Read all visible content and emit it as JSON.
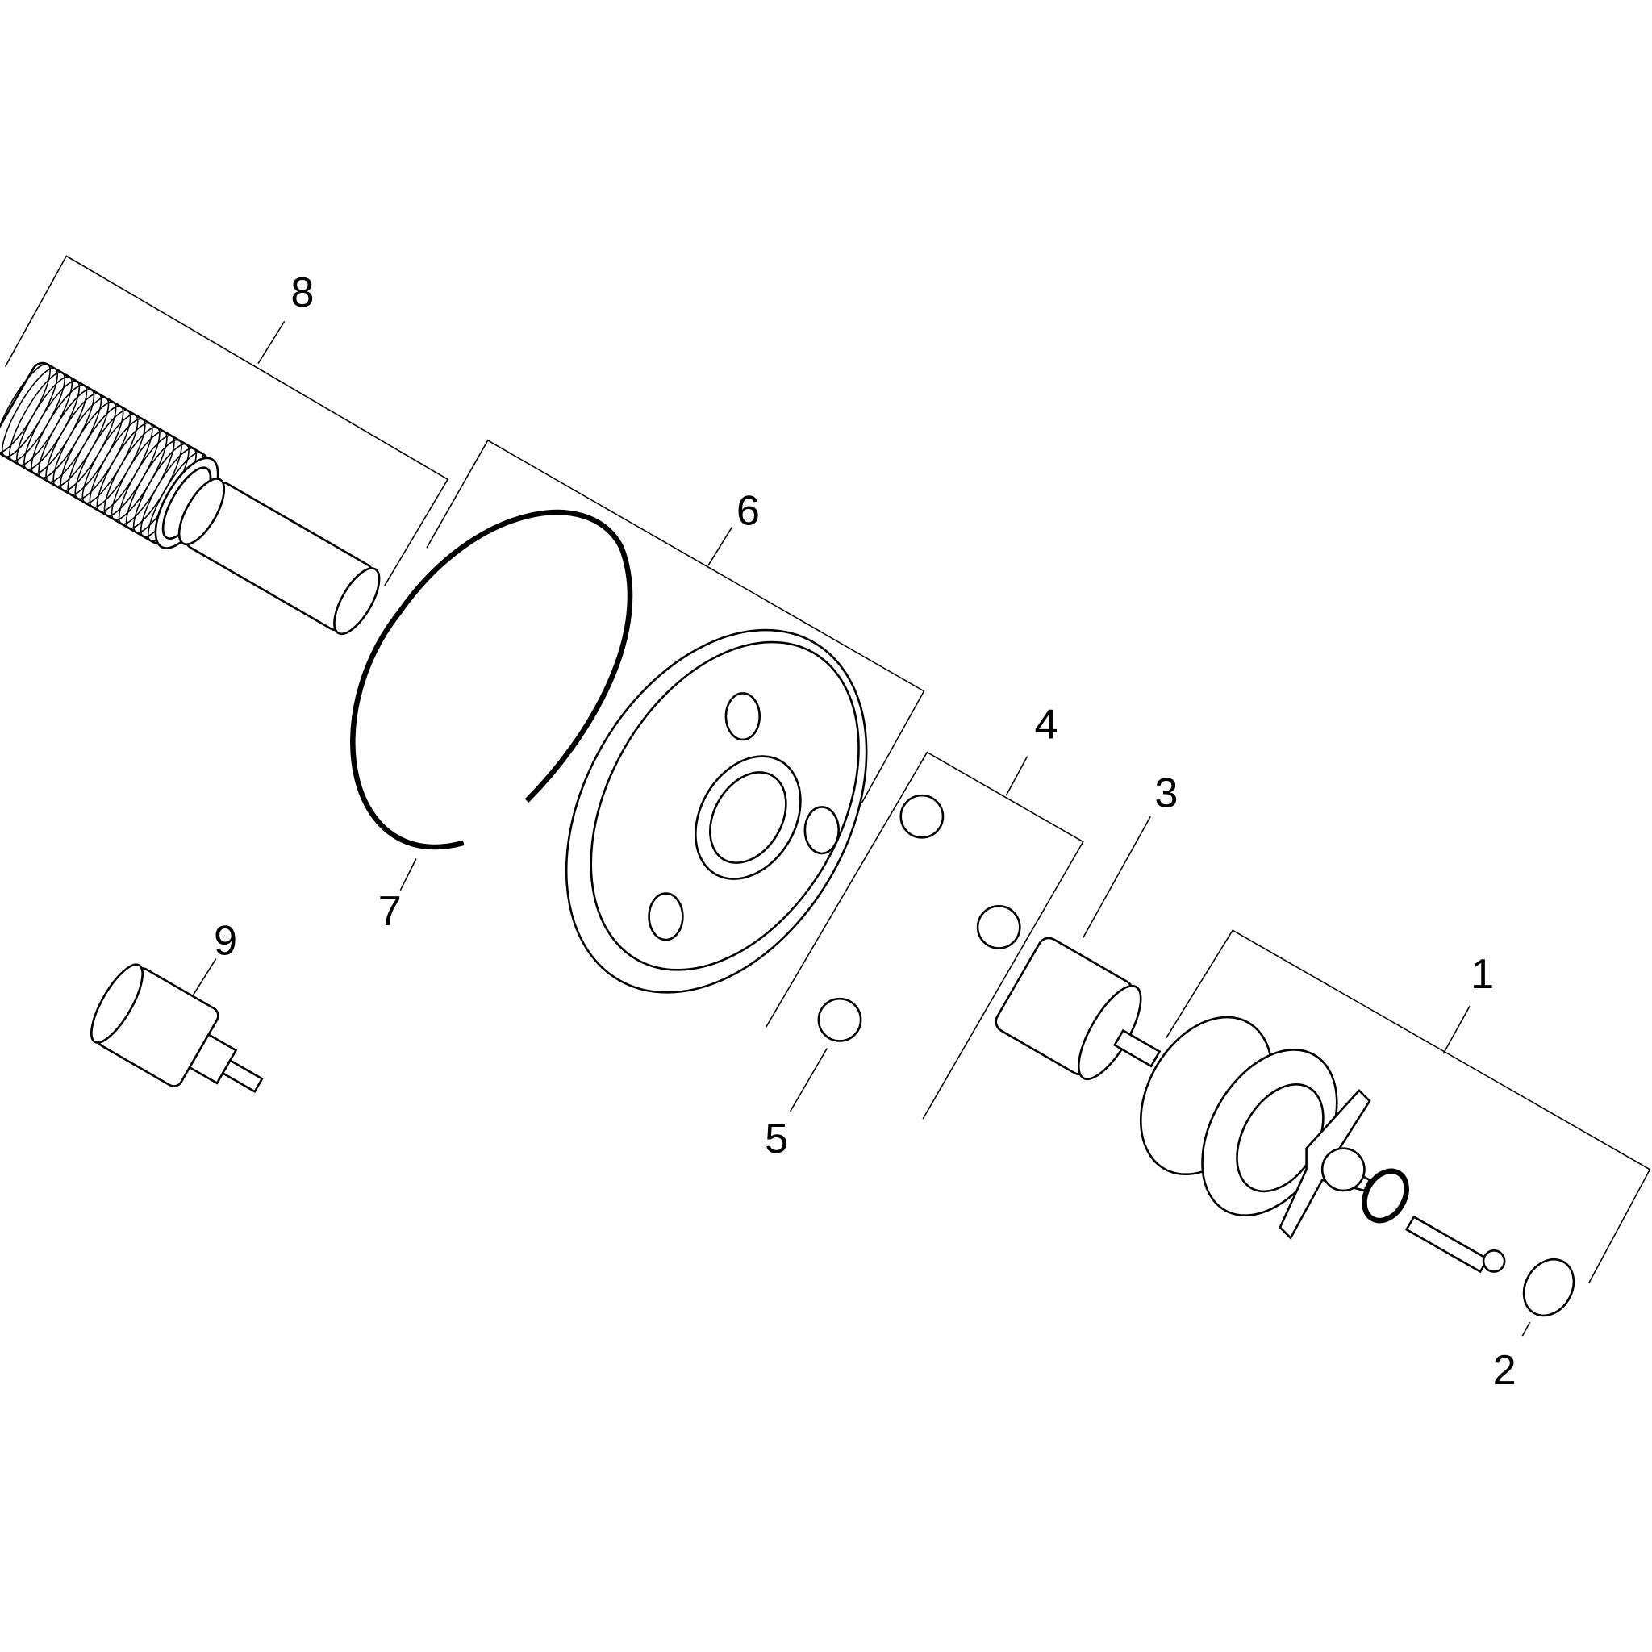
{
  "diagram": {
    "type": "exploded-parts-view",
    "part_labels": [
      "1",
      "2",
      "3",
      "4",
      "5",
      "6",
      "7",
      "8",
      "9"
    ],
    "line_color": "#000000",
    "background": "#ffffff"
  }
}
